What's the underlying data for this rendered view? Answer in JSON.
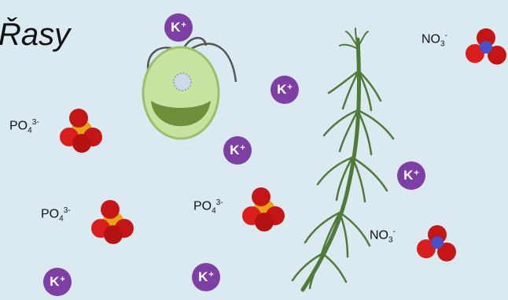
{
  "title": "Řasy",
  "ion_symbol": "K",
  "ion_charge": "+",
  "labels": {
    "phosphate_base": "PO",
    "phosphate_sub": "4",
    "phosphate_sup": "3-",
    "nitrate_base": "NO",
    "nitrate_sub": "3",
    "nitrate_sup": "-"
  },
  "colors": {
    "background": "#dbeaf0",
    "potassium": "#7d3fa3",
    "phosphorus": "#e8a21a",
    "oxygen": "#d91e1e",
    "nitrogen": "#4b4fc8",
    "algae_cell": "#c8e3a0",
    "chloroplast": "#6f8f3a",
    "plant": "#4f7a3a"
  },
  "icons": [
    "potassium-ion-icon",
    "phosphate-molecule-icon",
    "nitrate-molecule-icon",
    "green-alga-cell-icon",
    "aquatic-plant-icon"
  ]
}
